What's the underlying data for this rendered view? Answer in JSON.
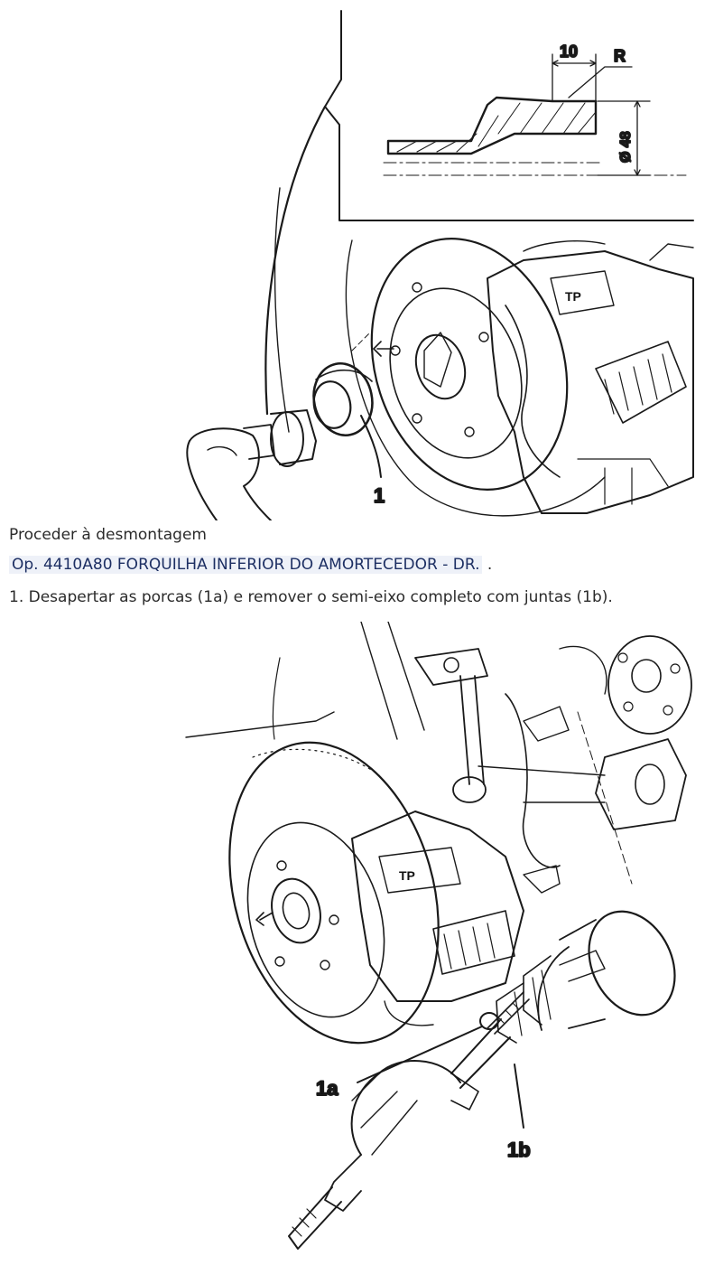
{
  "figure_top": {
    "detail_dimension": "10",
    "detail_radius": "R",
    "detail_diameter": "Ø 48",
    "callout": "1"
  },
  "text": {
    "proceed": "Proceder à desmontagem",
    "op_link": "Op. 4410A80 FORQUILHA INFERIOR DO AMORTECEDOR - DR.",
    "op_suffix": " .",
    "step": "1. Desapertar as porcas (1a) e remover o semi-eixo completo com juntas (1b)."
  },
  "figure_bottom": {
    "callout_nut": "1a",
    "callout_shaft": "1b"
  }
}
